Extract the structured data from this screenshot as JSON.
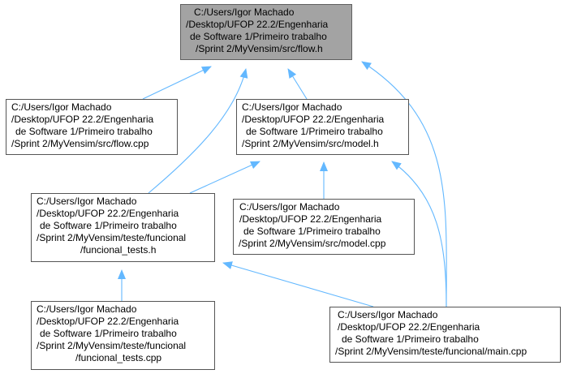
{
  "diagram": {
    "edge_color": "#63b8ff",
    "node_border_color": "#555555",
    "root_fill_color": "#a3a3a3",
    "nodes": {
      "flow_h": [
        "C:/Users/Igor Machado",
        "/Desktop/UFOP 22.2/Engenharia",
        "de Software 1/Primeiro trabalho",
        "/Sprint 2/MyVensim/src/flow.h"
      ],
      "flow_cpp": [
        "C:/Users/Igor Machado",
        "/Desktop/UFOP 22.2/Engenharia",
        "de Software 1/Primeiro trabalho",
        "/Sprint 2/MyVensim/src/flow.cpp"
      ],
      "model_h": [
        "C:/Users/Igor Machado",
        "/Desktop/UFOP 22.2/Engenharia",
        "de Software 1/Primeiro trabalho",
        "/Sprint 2/MyVensim/src/model.h"
      ],
      "funcional_tests_h": [
        "C:/Users/Igor Machado",
        "/Desktop/UFOP 22.2/Engenharia",
        "de Software 1/Primeiro trabalho",
        "/Sprint 2/MyVensim/teste/funcional",
        "/funcional_tests.h"
      ],
      "model_cpp": [
        "C:/Users/Igor Machado",
        "/Desktop/UFOP 22.2/Engenharia",
        "de Software 1/Primeiro trabalho",
        "/Sprint 2/MyVensim/src/model.cpp"
      ],
      "funcional_tests_cpp": [
        "C:/Users/Igor Machado",
        "/Desktop/UFOP 22.2/Engenharia",
        "de Software 1/Primeiro trabalho",
        "/Sprint 2/MyVensim/teste/funcional",
        "/funcional_tests.cpp"
      ],
      "main_cpp": [
        "C:/Users/Igor Machado",
        "/Desktop/UFOP 22.2/Engenharia",
        "de Software 1/Primeiro trabalho",
        "/Sprint 2/MyVensim/teste/funcional/main.cpp"
      ]
    },
    "edges": [
      {
        "from": "flow_cpp",
        "to": "flow_h"
      },
      {
        "from": "model_h",
        "to": "flow_h"
      },
      {
        "from": "funcional_tests_h",
        "to": "flow_h"
      },
      {
        "from": "main_cpp",
        "to": "flow_h"
      },
      {
        "from": "funcional_tests_h",
        "to": "model_h"
      },
      {
        "from": "model_cpp",
        "to": "model_h"
      },
      {
        "from": "main_cpp",
        "to": "model_h"
      },
      {
        "from": "funcional_tests_cpp",
        "to": "funcional_tests_h"
      },
      {
        "from": "main_cpp",
        "to": "funcional_tests_h"
      }
    ]
  }
}
